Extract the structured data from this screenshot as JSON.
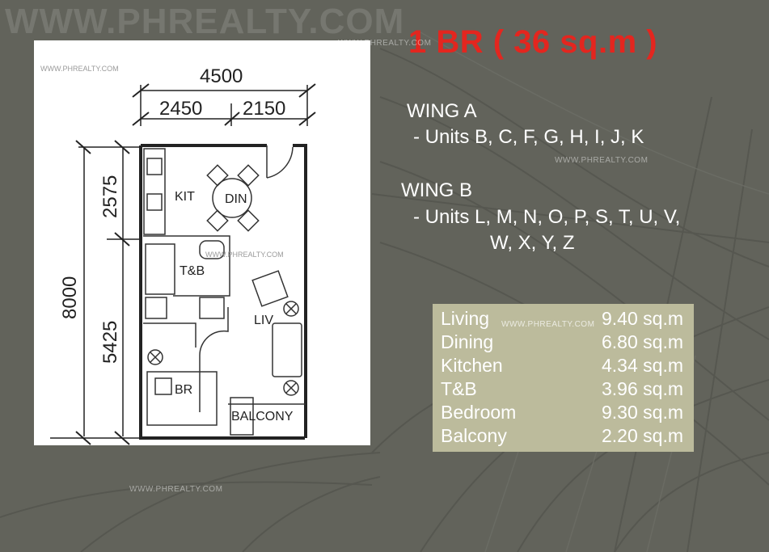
{
  "watermark": {
    "top": "WWW.PHREALTY.COM",
    "small": "WWW.PHREALTY.COM"
  },
  "title": "1 BR ( 36 sq.m )",
  "floor_plan": {
    "dimensions": {
      "total_width": "4500",
      "left_width": "2450",
      "right_width": "2150",
      "total_depth": "8000",
      "top_depth": "2575",
      "bottom_depth": "5425"
    },
    "rooms": {
      "kit": "KIT",
      "din": "DIN",
      "tb": "T&B",
      "liv": "LIV",
      "br": "BR",
      "balcony": "BALCONY"
    }
  },
  "wing_a": {
    "heading": "WING  A",
    "units": "- Units B, C, F, G, H, I, J, K"
  },
  "wing_b": {
    "heading": "WING B",
    "units_line1": "- Units L, M, N, O, P, S, T, U, V,",
    "units_line2": "W,  X, Y, Z"
  },
  "areas": [
    {
      "name": "Living",
      "value": "9.40 sq.m"
    },
    {
      "name": "Dining",
      "value": "6.80 sq.m"
    },
    {
      "name": "Kitchen",
      "value": "4.34 sq.m"
    },
    {
      "name": "T&B",
      "value": "3.96 sq.m"
    },
    {
      "name": "Bedroom",
      "value": "9.30 sq.m"
    },
    {
      "name": "Balcony",
      "value": "2.20 sq.m"
    }
  ]
}
